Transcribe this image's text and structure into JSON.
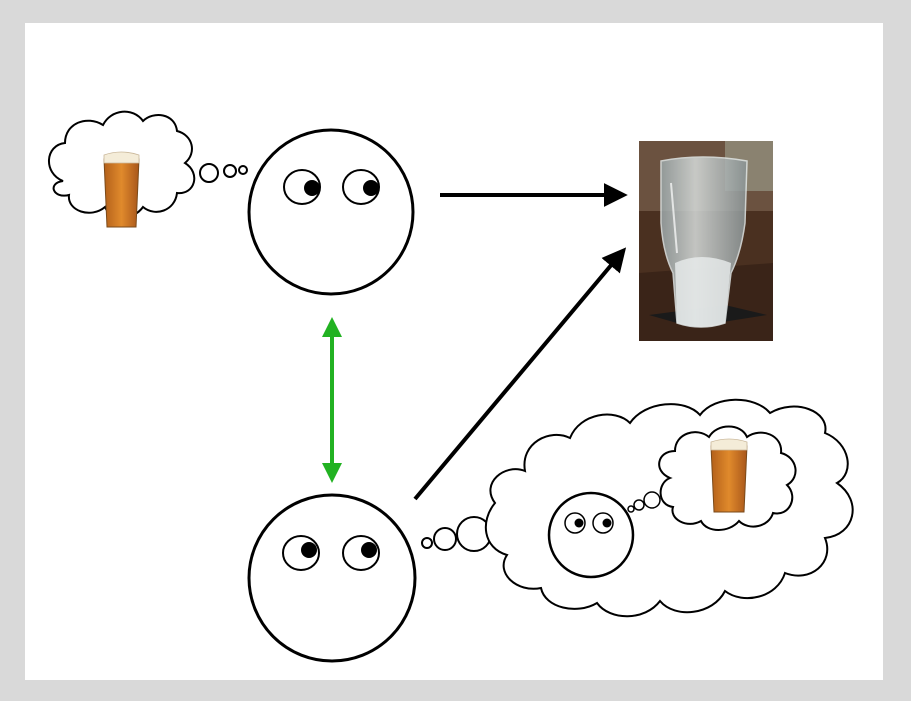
{
  "colors": {
    "background": "#d9d9d9",
    "slide": "#ffffff",
    "outline": "#000000",
    "beer": "#c8741e",
    "beer_foam": "#f4ecd8",
    "mutual_arrow": "#22b222",
    "photo_backdrop": "#5a3d2a"
  },
  "icons": {
    "thought_bubble": "cloud",
    "beer": "pint-glass-full",
    "empty_glass": "pint-glass-empty",
    "person": "circle-face"
  }
}
